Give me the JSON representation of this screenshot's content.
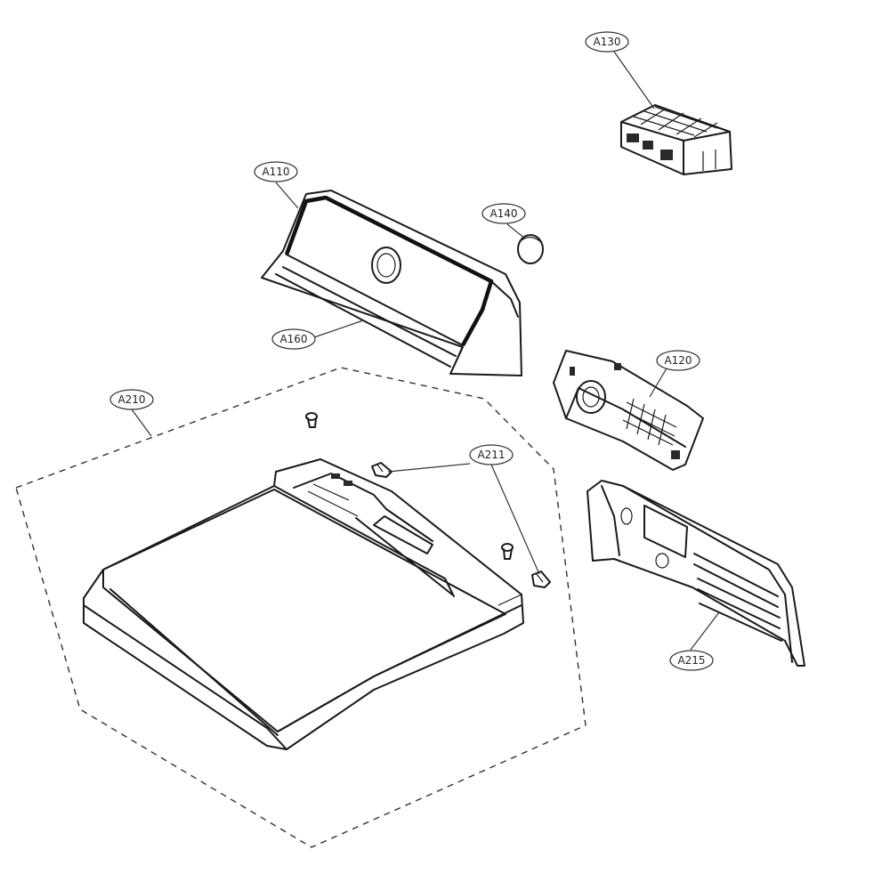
{
  "callouts": {
    "a130": "A130",
    "a110": "A110",
    "a140": "A140",
    "a160": "A160",
    "a120": "A120",
    "a210": "A210",
    "a211": "A211",
    "a215": "A215"
  }
}
